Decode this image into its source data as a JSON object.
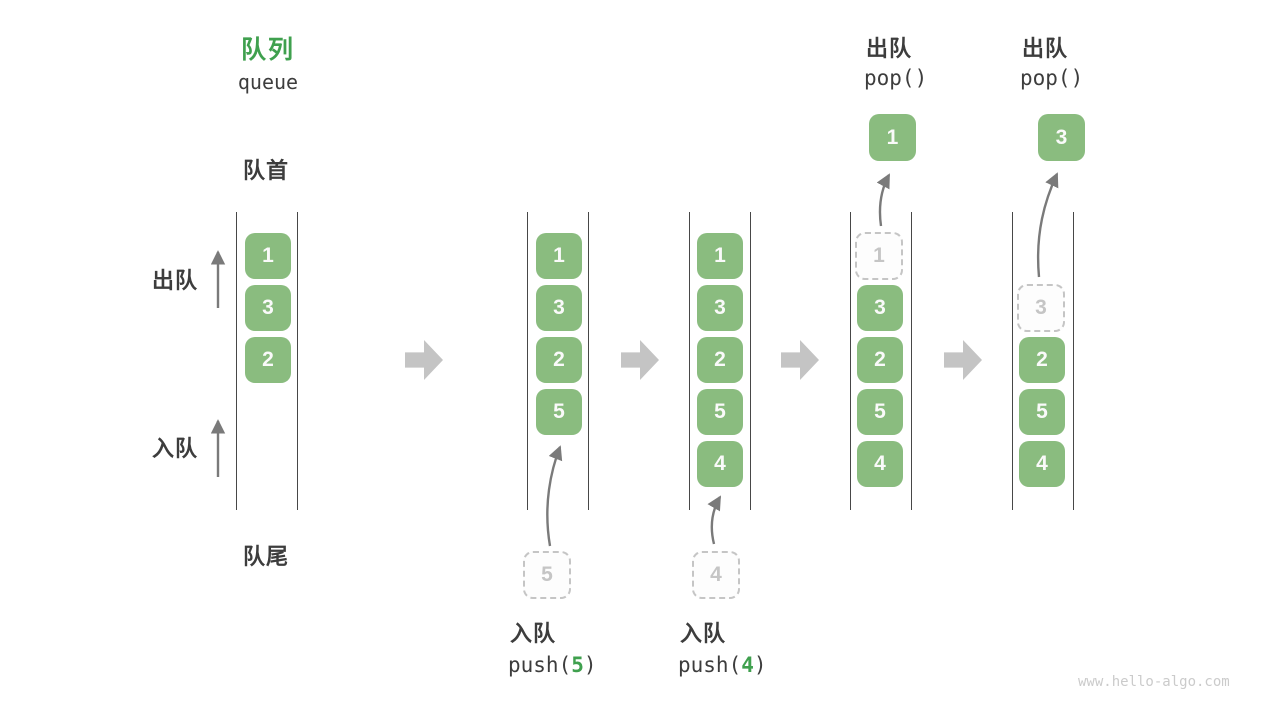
{
  "title": {
    "zh": "队列",
    "en": "queue"
  },
  "side_labels": {
    "front": "队首",
    "rear": "队尾",
    "dequeue": "出队",
    "enqueue": "入队"
  },
  "colors": {
    "cell_green": "#8abc7f",
    "title_green": "#3fa04e",
    "block_arrow_gray": "#c4c4c4",
    "thin_arrow_gray": "#7a7a7a",
    "ghost_gray": "#c5c5c5",
    "text_dark": "#3d3d3d"
  },
  "stages": [
    {
      "cells": [
        "1",
        "3",
        "2"
      ]
    },
    {
      "cells": [
        "1",
        "3",
        "2",
        "5"
      ]
    },
    {
      "cells": [
        "1",
        "3",
        "2",
        "5",
        "4"
      ]
    },
    {
      "ghost": "1",
      "cells": [
        "3",
        "2",
        "5",
        "4"
      ],
      "pop": {
        "label": "出队",
        "code": "pop()",
        "value": "1"
      }
    },
    {
      "ghost": "3",
      "cells": [
        "2",
        "5",
        "4"
      ],
      "pop": {
        "label": "出队",
        "code": "pop()",
        "value": "3"
      }
    }
  ],
  "push_ops": [
    {
      "label": "入队",
      "code_open": "push(",
      "arg": "5",
      "code_close": ")",
      "ghost": "5"
    },
    {
      "label": "入队",
      "code_open": "push(",
      "arg": "4",
      "code_close": ")",
      "ghost": "4"
    }
  ],
  "watermark": "www.hello-algo.com"
}
